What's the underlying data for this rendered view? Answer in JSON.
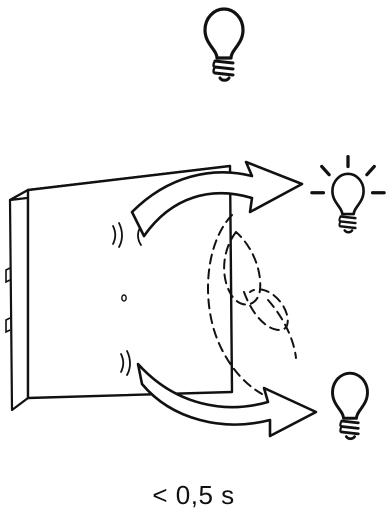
{
  "caption": "< 0,5 s",
  "icons": {
    "top": "lightbulb-off-icon",
    "right_upper": "lightbulb-on-icon",
    "right_lower": "lightbulb-off-icon"
  },
  "elements": {
    "switch": "wall-switch",
    "hand": "hand-outline-dashed",
    "arrows": [
      "curved-arrow-up",
      "curved-arrow-down"
    ]
  },
  "colors": {
    "stroke": "#111111",
    "background": "#ffffff"
  }
}
